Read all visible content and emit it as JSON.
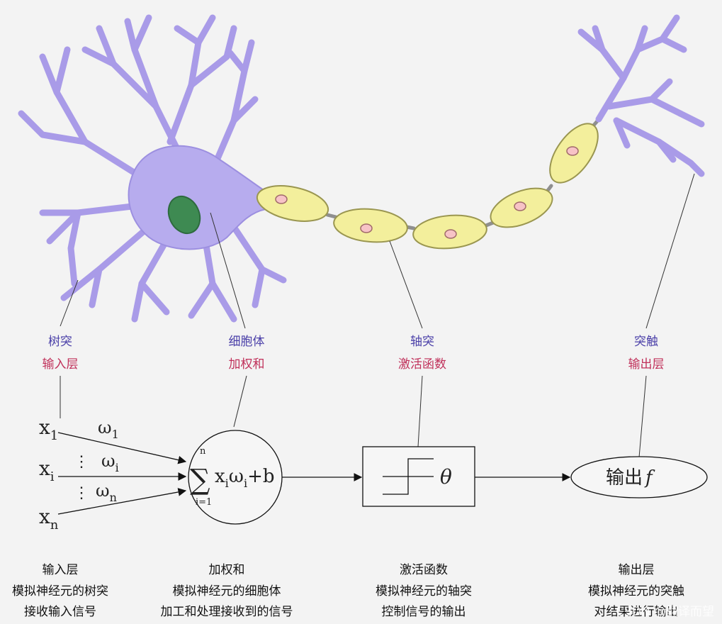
{
  "labels": {
    "dendrite": "树突",
    "input_layer": "输入层",
    "soma": "细胞体",
    "weighted_sum": "加权和",
    "axon": "轴突",
    "activation": "激活函数",
    "synapse": "突触",
    "output_layer": "输出层"
  },
  "math": {
    "x1": "x",
    "x1_sub": "1",
    "xi": "x",
    "xi_sub": "i",
    "xn": "x",
    "xn_sub": "n",
    "w1": "ω",
    "w1_sub": "1",
    "wi": "ω",
    "wi_sub": "i",
    "wn": "ω",
    "wn_sub": "n",
    "vdots": "⋮",
    "sum_top": "n",
    "sum_symbol": "∑",
    "sum_bottom": "i=1",
    "sum_expr_x": "x",
    "sum_expr_i1": "i",
    "sum_expr_w": "ω",
    "sum_expr_i2": "i",
    "sum_expr_b": "+b",
    "theta": "θ",
    "output_text": "输出",
    "output_f": "f"
  },
  "captions": {
    "input": [
      "输入层",
      "模拟神经元的树突",
      "接收输入信号"
    ],
    "sum": [
      "加权和",
      "模拟神经元的细胞体",
      "加工和处理接收到的信号"
    ],
    "activation": [
      "激活函数",
      "模拟神经元的轴突",
      "控制信号的输出"
    ],
    "output": [
      "输出层",
      "模拟神经元的突触",
      "对结果进行输出"
    ]
  },
  "watermark": "CSDN @翻译而望",
  "colors": {
    "neuron_purple": "#b7acee",
    "neuron_stroke": "#8e80d8",
    "nucleus_green": "#3e8a52",
    "myelin_yellow": "#f3ef9c",
    "myelin_stroke": "#9a9650",
    "node_pink": "#f7c3c6",
    "label_blue": "#4a3fa8",
    "label_red": "#c0305a"
  }
}
